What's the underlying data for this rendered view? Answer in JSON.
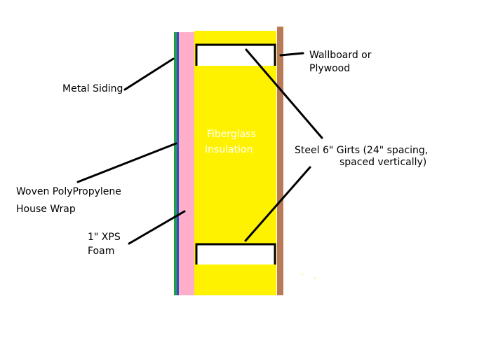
{
  "colors": {
    "background": "#ffffff",
    "metal_siding": "#1fa046",
    "house_wrap": "#3f48cc",
    "xps_foam": "#ffaec9",
    "insulation": "#fff200",
    "wallboard": "#b97a57",
    "girt": "#000000",
    "leader": "#000000",
    "insulation_label": "#ffffff"
  },
  "labels": {
    "metal_siding": "Metal Siding",
    "house_wrap_line1": "Woven PolyPropylene",
    "house_wrap_line2": "House Wrap",
    "xps_line1": "1\" XPS",
    "xps_line2": "Foam",
    "insulation_line1": "Fiberglass",
    "insulation_line2": "Insulation",
    "wallboard_line1": "Wallboard or",
    "wallboard_line2": "Plywood",
    "girts_line1": "Steel 6\" Girts (24\" spacing,",
    "girts_line2": "spaced vertically)"
  }
}
